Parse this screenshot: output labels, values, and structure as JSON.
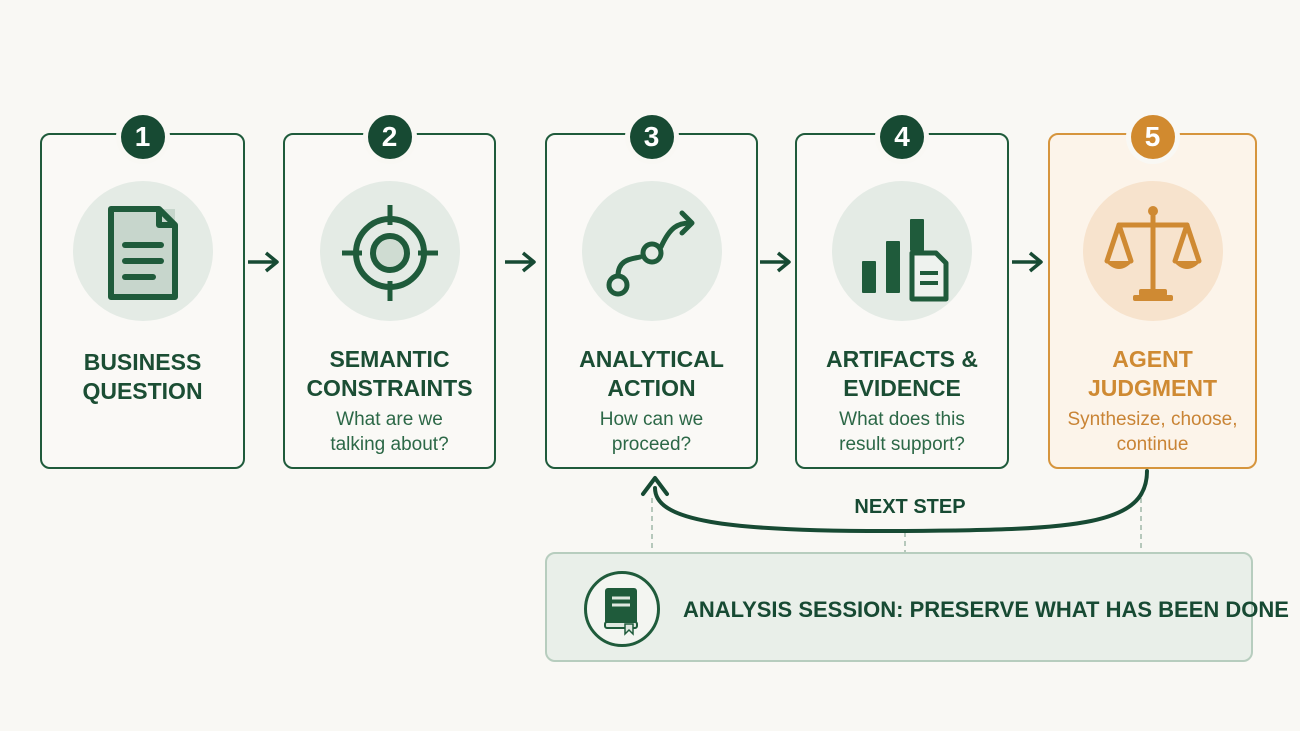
{
  "steps": [
    {
      "number": "1",
      "title_line1": "BUSINESS",
      "title_line2": "QUESTION",
      "subtitle_line1": "",
      "subtitle_line2": "",
      "icon": "document-icon"
    },
    {
      "number": "2",
      "title_line1": "SEMANTIC",
      "title_line2": "CONSTRAINTS",
      "subtitle_line1": "What are we",
      "subtitle_line2": "talking about?",
      "icon": "target-icon"
    },
    {
      "number": "3",
      "title_line1": "ANALYTICAL",
      "title_line2": "ACTION",
      "subtitle_line1": "How can we",
      "subtitle_line2": "proceed?",
      "icon": "path-arrow-icon"
    },
    {
      "number": "4",
      "title_line1": "ARTIFACTS &",
      "title_line2": "EVIDENCE",
      "subtitle_line1": "What does this",
      "subtitle_line2": "result support?",
      "icon": "chart-document-icon"
    },
    {
      "number": "5",
      "title_line1": "AGENT",
      "title_line2": "JUDGMENT",
      "subtitle_line1": "Synthesize, choose,",
      "subtitle_line2": "continue",
      "icon": "scales-icon"
    }
  ],
  "loop_label": "NEXT STEP",
  "session": {
    "text": "ANALYSIS SESSION: PRESERVE WHAT HAS BEEN DONE",
    "icon": "book-icon"
  },
  "colors": {
    "primary": "#1f5b3b",
    "accent": "#d18a2f",
    "background": "#f9f8f4"
  }
}
